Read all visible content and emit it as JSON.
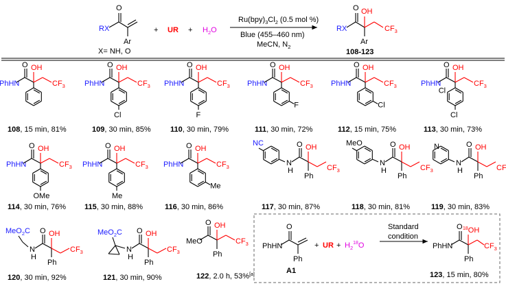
{
  "header": {
    "reactant_rx": "RX",
    "reactant_ar": "Ar",
    "reactant_o": "O",
    "x_def": "X= NH, O",
    "plus1": "+",
    "ur": "UR",
    "plus2": "+",
    "water": "H",
    "water_sub": "2",
    "water_o": "O",
    "cond_top": "Ru(bpy)",
    "cond_top_sub": "3",
    "cond_top_rest": "Cl",
    "cond_top_sub2": "2",
    "cond_top_tail": " (0.5 mol %)",
    "cond_mid": "Blue (455–460 nm)",
    "cond_bot": "MeCN, N",
    "cond_bot_sub": "2",
    "prod_rx": "RX",
    "prod_ar": "Ar",
    "prod_oh": "OH",
    "prod_o": "O",
    "prod_cf3": "CF",
    "prod_cf3_sub": "3",
    "prod_id": "108-123"
  },
  "compounds": [
    {
      "id": "108",
      "info": ", 15 min, 81%",
      "amine": "PhHN",
      "sub": ""
    },
    {
      "id": "109",
      "info": ", 30 min, 85%",
      "amine": "PhHN",
      "sub": "Cl"
    },
    {
      "id": "110",
      "info": ", 30 min, 79%",
      "amine": "PhHN",
      "sub": "F"
    },
    {
      "id": "111",
      "info": ", 30 min, 72%",
      "amine": "PhHN",
      "sub": "F"
    },
    {
      "id": "112",
      "info": ", 15 min, 75%",
      "amine": "PhHN",
      "sub": "Cl"
    },
    {
      "id": "113",
      "info": ",  30 min, 73%",
      "amine": "PhHN",
      "sub": "Cl",
      "sub2": "Cl"
    },
    {
      "id": "114",
      "info": ", 30 min, 76%",
      "amine": "PhHN",
      "sub": "OMe"
    },
    {
      "id": "115",
      "info": ", 30 min, 88%",
      "amine": "PhHN",
      "sub": "Me"
    },
    {
      "id": "116",
      "info": ", 30 min, 86%",
      "amine": "PhHN",
      "sub": ""
    },
    {
      "id": "117",
      "info": ", 30 min, 87%",
      "amine": "N",
      "sub": "NC"
    },
    {
      "id": "118",
      "info": ", 30 min, 81%",
      "amine": "N",
      "sub": "MeO"
    },
    {
      "id": "119",
      "info": ", 30 min, 83%",
      "amine": "N",
      "sub": "N"
    },
    {
      "id": "120",
      "info": ", 30 min, 92%",
      "amine": "N",
      "sub": "MeO2C"
    },
    {
      "id": "121",
      "info": ", 30 min, 90%",
      "amine": "N",
      "sub": "MeO2C"
    },
    {
      "id": "122",
      "info": ", 2.0 h, 53%",
      "amine": "MeO",
      "sub": "",
      "note": "[a]"
    }
  ],
  "labels": {
    "oh": "OH",
    "o": "O",
    "cf": "CF",
    "cf_sub": "3",
    "ph": "Ph",
    "h": "H",
    "n": "N",
    "cl": "Cl",
    "f": "F",
    "ome": "OMe",
    "me": "Me",
    "meo": "MeO",
    "nc": "NC",
    "meo2c": "MeO",
    "meo2c_sub": "2",
    "meo2c_c": "C",
    "phhn": "PhHN"
  },
  "box": {
    "a1_amine": "PhHN",
    "a1_ph": "Ph",
    "a1_id": "A1",
    "plus1": "+",
    "ur": "UR",
    "plus2": "+",
    "water_h": "H",
    "water_sub": "2",
    "water_sup": "18",
    "water_o": "O",
    "cond_top": "Standard",
    "cond_bot": "condition",
    "prod_amine": "PhHN",
    "prod_ph": "Ph",
    "prod_sup": "18",
    "prod_oh": "OH",
    "prod_id": "123",
    "prod_info": ", 15 min, 80%"
  },
  "colors": {
    "blue": "#1a1aff",
    "red": "#ff0000",
    "magenta": "#e000e0"
  }
}
